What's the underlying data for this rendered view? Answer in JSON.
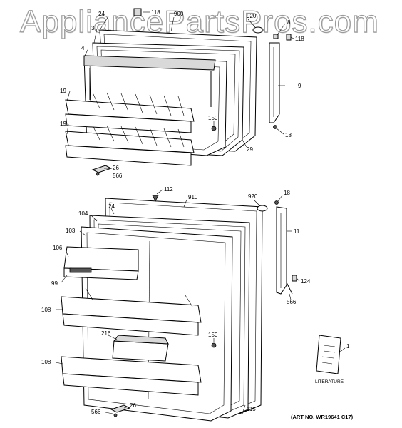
{
  "watermark": "AppliancePartsPros.com",
  "art_number": "(ART NO. WR19641 C17)",
  "literature_label": "LITERATURE",
  "callouts": {
    "top": {
      "c118a": "118",
      "c900": "900",
      "c920": "920",
      "c8": "8",
      "c118b": "118",
      "c24": "24",
      "c3": "3",
      "c4": "4",
      "c9": "9",
      "c19a": "19",
      "c19b": "19",
      "c150": "150",
      "c18": "18",
      "c29": "29",
      "c26": "26",
      "c566": "566"
    },
    "bottom": {
      "c112": "112",
      "c910": "910",
      "c920": "920",
      "c18": "18",
      "c24": "24",
      "c104": "104",
      "c103": "103",
      "c11": "11",
      "c106": "106",
      "c99": "99",
      "c124": "124",
      "c566a": "566",
      "c108a": "108",
      "c216": "216",
      "c150": "150",
      "c108b": "108",
      "c1": "1",
      "c115": "115",
      "c26": "26",
      "c566b": "566"
    }
  }
}
